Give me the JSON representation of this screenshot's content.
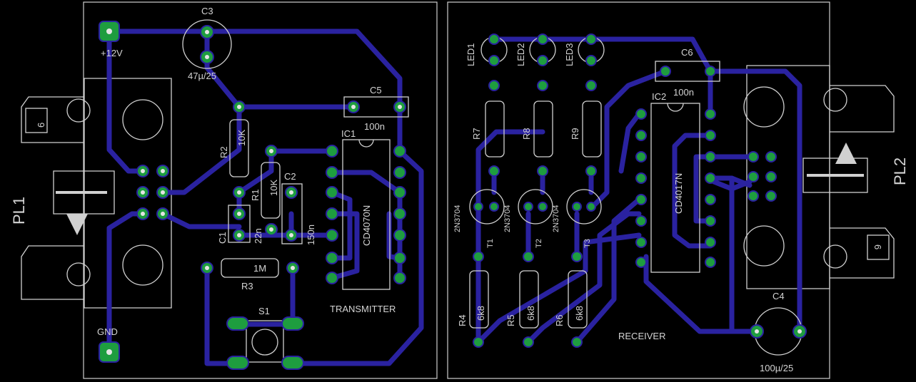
{
  "transmitter": {
    "title": "TRANSMITTER",
    "power_label": "+12V",
    "gnd_label": "GND",
    "connector": "PL1",
    "connector_num": "6",
    "ic": {
      "ref": "IC1",
      "value": "CD4070N"
    },
    "caps": [
      {
        "ref": "C1",
        "value": "22n"
      },
      {
        "ref": "C2",
        "value": "150n"
      },
      {
        "ref": "C3",
        "value": "47µ/25"
      },
      {
        "ref": "C5",
        "value": "100n"
      }
    ],
    "resistors": [
      {
        "ref": "R1",
        "value": "10K"
      },
      {
        "ref": "R2",
        "value": "10K"
      },
      {
        "ref": "R3",
        "value": "1M"
      }
    ],
    "switch": "S1"
  },
  "receiver": {
    "title": "RECEIVER",
    "connector": "PL2",
    "connector_num": "6",
    "ic": {
      "ref": "IC2",
      "value": "CD4017N"
    },
    "leds": [
      "LED1",
      "LED2",
      "LED3"
    ],
    "caps": [
      {
        "ref": "C4",
        "value": "100µ/25"
      },
      {
        "ref": "C6",
        "value": "100n"
      }
    ],
    "transistors": [
      {
        "ref": "T1",
        "value": "2N3704"
      },
      {
        "ref": "T2",
        "value": "2N3704"
      },
      {
        "ref": "T3",
        "value": "2N3704"
      }
    ],
    "resistors": [
      {
        "ref": "R4",
        "value": "6k8"
      },
      {
        "ref": "R5",
        "value": "6k8"
      },
      {
        "ref": "R6",
        "value": "6k8"
      },
      {
        "ref": "R7",
        "value": ""
      },
      {
        "ref": "R8",
        "value": ""
      },
      {
        "ref": "R9",
        "value": ""
      }
    ]
  },
  "colors": {
    "background": "#000000",
    "trace": "#2a22a0",
    "pad": "#1e9d3f",
    "silkscreen": "#d0d0d0"
  }
}
